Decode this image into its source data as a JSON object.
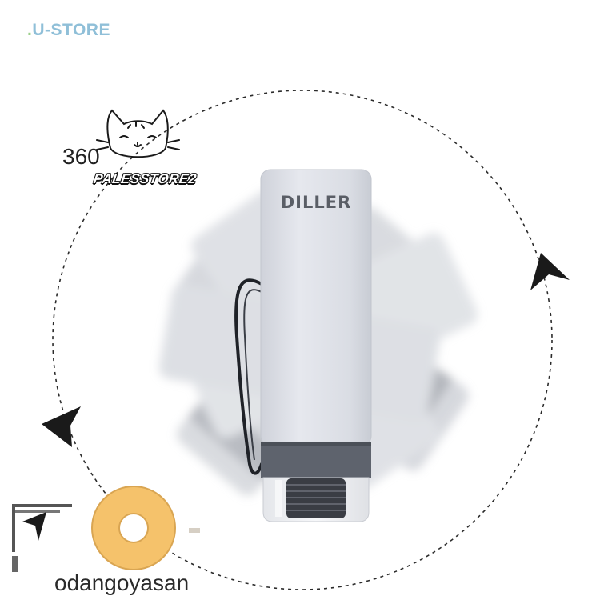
{
  "store_logo": {
    "prefix": ".",
    "name": "U-STORE"
  },
  "badge": {
    "number": "360",
    "brand": "PALESSTORE2"
  },
  "product": {
    "brand_label": "DILLER"
  },
  "watermark": {
    "name": "odangoyasan"
  },
  "colors": {
    "bottle_body": "#dcdfe6",
    "bottle_band": "#5e636d",
    "ring_orange": "#f5c26b"
  },
  "icons": [
    "cat-face-icon",
    "arrow-head-icon",
    "donut-ring-icon"
  ]
}
